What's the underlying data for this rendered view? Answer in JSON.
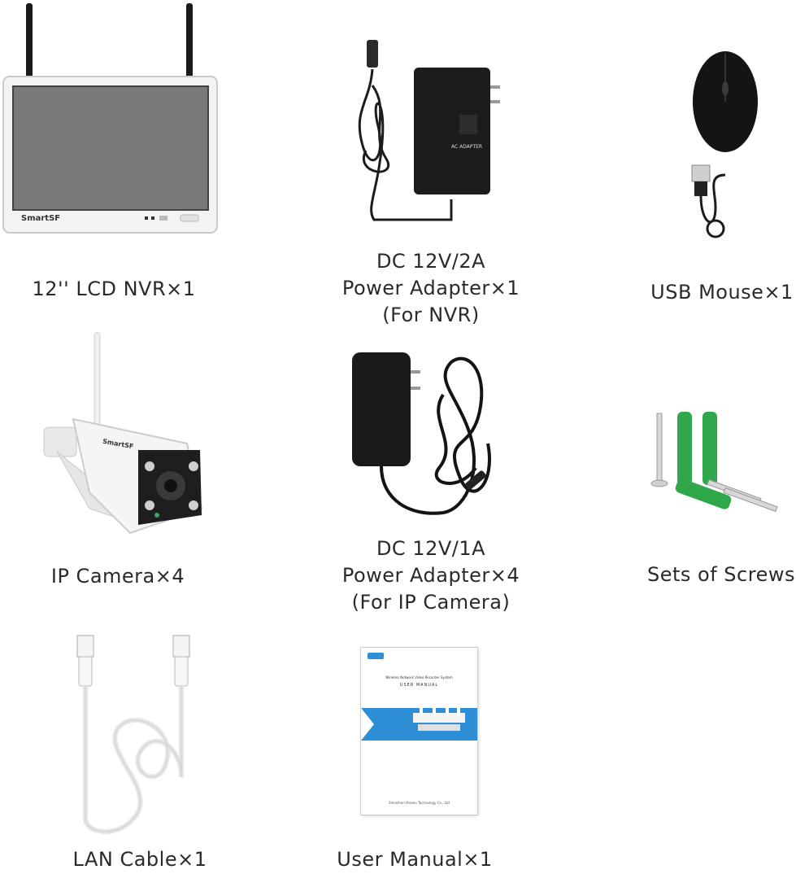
{
  "items": {
    "nvr": {
      "brand": "SmartSF",
      "caption": [
        "12'' LCD NVR×1"
      ]
    },
    "nvr_adapter": {
      "label_lines": [
        "AC ADAPTER"
      ],
      "caption": [
        "DC 12V/2A",
        "Power Adapter×1",
        "(For NVR)"
      ]
    },
    "mouse": {
      "caption": [
        "USB Mouse×1"
      ]
    },
    "camera": {
      "brand": "SmartSF",
      "caption": [
        "IP Camera×4"
      ]
    },
    "camera_adapter": {
      "caption": [
        "DC 12V/1A",
        "Power Adapter×4",
        "(For IP Camera)"
      ]
    },
    "screws": {
      "caption": [
        "Sets of Screws"
      ]
    },
    "lan_cable": {
      "caption": [
        "LAN Cable×1"
      ]
    },
    "manual": {
      "subtitle": "Wireless Network Video Recorder System",
      "title": "USER MANUAL",
      "footer": "Shenzhen Hiseeu Technology Co., Ltd",
      "caption": [
        "User Manual×1"
      ]
    }
  },
  "colors": {
    "device_white": "#f2f2f2",
    "screen_gray": "#7b7b7b",
    "adapter_black": "#1c1c1c",
    "anchor_green": "#2ea84a",
    "manual_blue": "#2f8fd6"
  }
}
